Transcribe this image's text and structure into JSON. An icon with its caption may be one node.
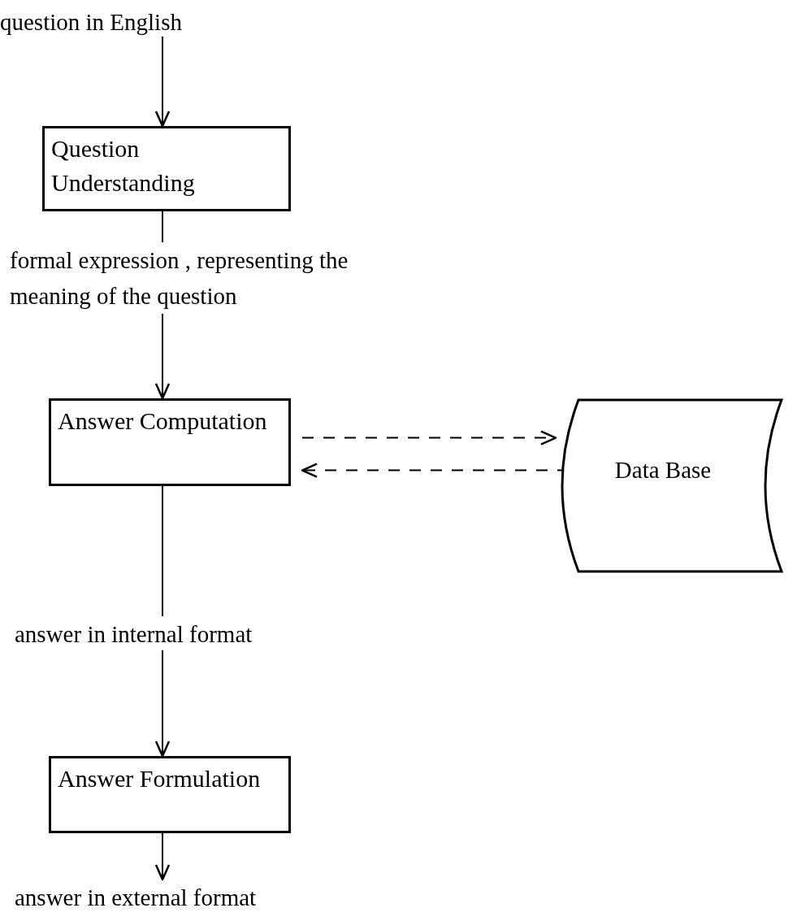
{
  "diagram": {
    "nodes": [
      {
        "text": [
          "question in English"
        ]
      },
      {
        "text": [
          "Question Understanding"
        ]
      },
      {
        "text": [
          "formal expression , representing the meaning of the question"
        ]
      },
      {
        "text": [
          "Answer Computation"
        ]
      },
      {
        "text": [
          "Data Base"
        ]
      },
      {
        "text": [
          "answer in internal format"
        ]
      },
      {
        "text": [
          "Answer Formulation"
        ]
      },
      {
        "text": [
          "answer in external format"
        ]
      }
    ],
    "edges": [
      {
        "from": 0,
        "to": 1,
        "arrow": "to"
      },
      {
        "from": 1,
        "to": 2,
        "arrow": "none"
      },
      {
        "from": 2,
        "to": 3,
        "arrow": "to"
      },
      {
        "from": 3,
        "to": 4,
        "arrow": "to",
        "style": "dashed"
      },
      {
        "from": 4,
        "to": 3,
        "arrow": "to",
        "style": "dashed"
      },
      {
        "from": 3,
        "to": 5,
        "arrow": "none"
      },
      {
        "from": 5,
        "to": 6,
        "arrow": "to"
      },
      {
        "from": 6,
        "to": 7,
        "arrow": "to"
      }
    ]
  }
}
